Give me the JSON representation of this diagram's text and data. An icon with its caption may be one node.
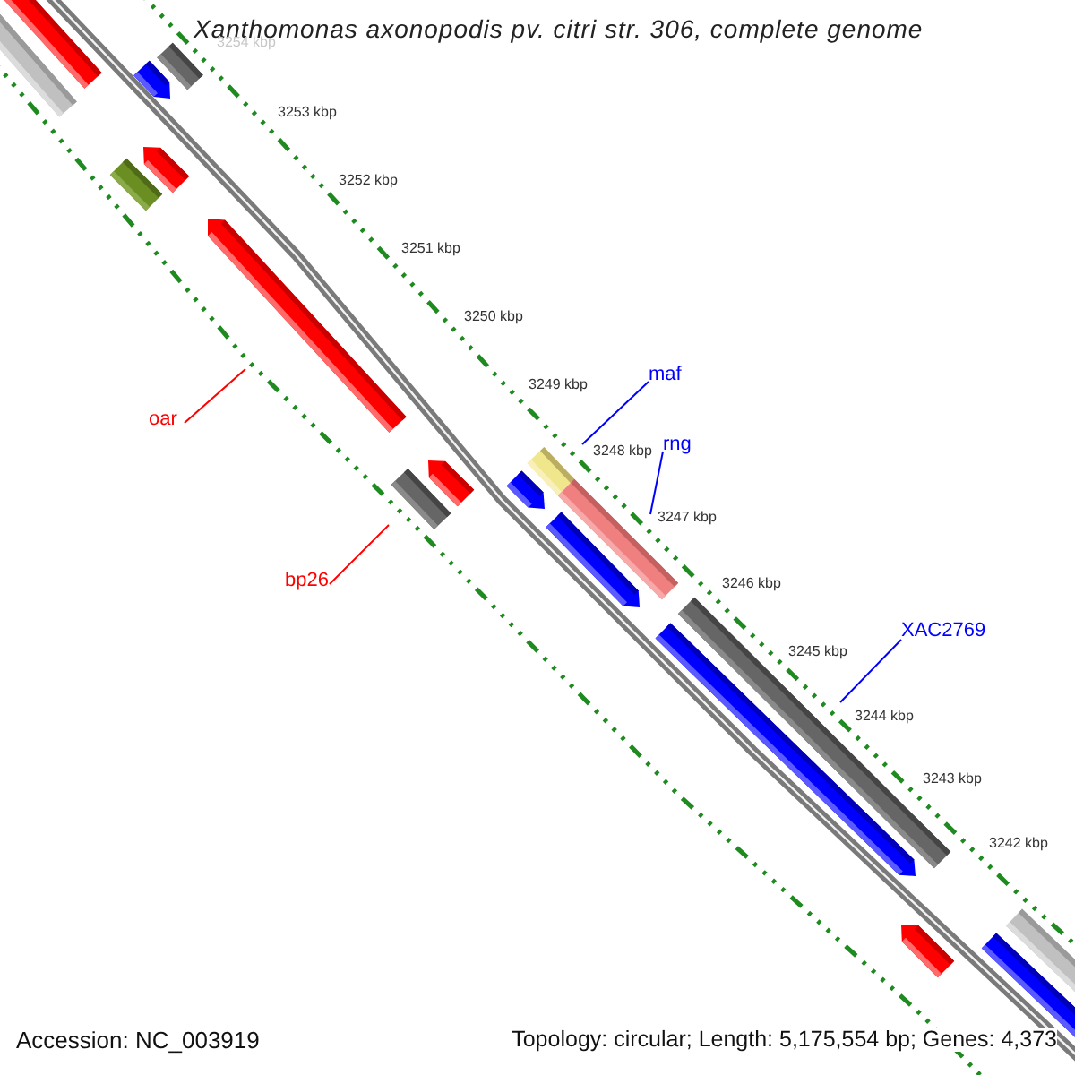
{
  "diagram": {
    "title": "Xanthomonas axonopodis pv. citri str. 306, complete genome",
    "nodes": [
      {
        "text": [
          "oar"
        ]
      },
      {
        "text": [],
        "shape": "bar"
      },
      {
        "text": [
          "bp26"
        ]
      },
      {
        "text": [],
        "shape": "bar"
      },
      {
        "text": [
          "maf"
        ]
      },
      {
        "text": [],
        "shape": "bar"
      },
      {
        "text": [
          "rng"
        ]
      },
      {
        "text": [],
        "shape": "bar"
      },
      {
        "text": [
          "XAC2769"
        ]
      },
      {
        "text": [],
        "shape": "bar"
      }
    ],
    "edges": [
      {
        "from": 0,
        "to": 1,
        "arrow": "none",
        "color": "#ff0000"
      },
      {
        "from": 2,
        "to": 3,
        "arrow": "none",
        "color": "#ff0000"
      },
      {
        "from": 4,
        "to": 5,
        "arrow": "none"
      },
      {
        "from": 6,
        "to": 7,
        "arrow": "none"
      },
      {
        "from": 8,
        "to": 9,
        "arrow": "none"
      }
    ],
    "labels": [
      "3254 kbp",
      "3253 kbp",
      "3252 kbp",
      "3251 kbp",
      "3250 kbp",
      "3249 kbp",
      "3248 kbp",
      "3247 kbp",
      "3246 kbp",
      "3245 kbp",
      "3244 kbp",
      "3243 kbp",
      "3242 kbp",
      "Accession: NC_003919",
      "Topology: circular; Length: 5,175,554 bp; Genes: 4,373"
    ]
  }
}
